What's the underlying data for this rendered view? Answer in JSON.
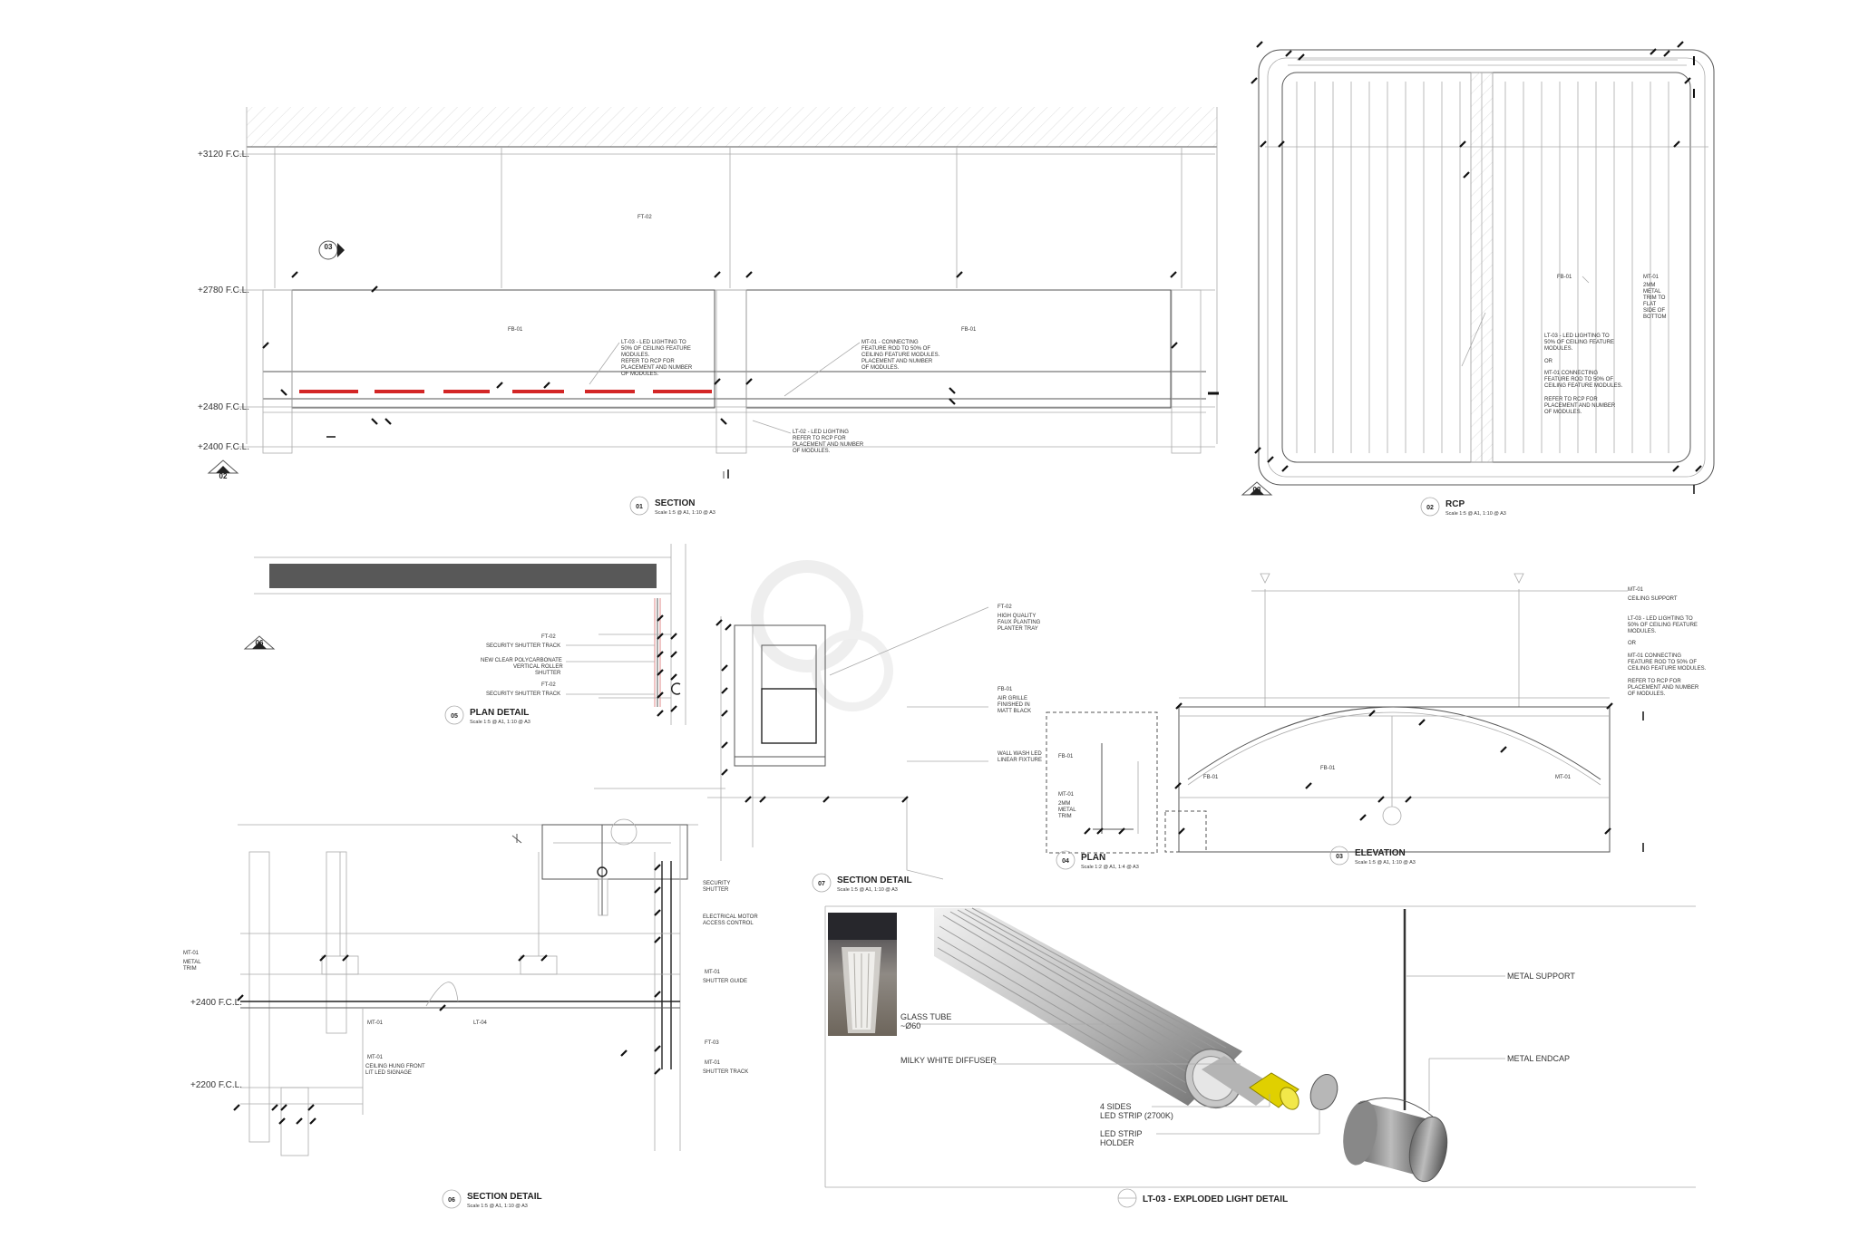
{
  "levels": {
    "l3120": "+3120 F.C.L.",
    "l2780": "+2780 F.C.L.",
    "l2480": "+2480 F.C.L.",
    "l2400": "+2400 F.C.L.",
    "l2400b": "+2400 F.C.L.",
    "l2200": "+2200 F.C.L."
  },
  "marks": {
    "m03a": "03",
    "m02": "02",
    "m03b": "03",
    "m06": "06"
  },
  "tags": {
    "ft02a": "FT-02",
    "fb01a": "FB-01",
    "fb01b": "FB-01",
    "fb01c": "FB-01",
    "ft02b": "FT-02",
    "ft02c": "FT-02",
    "ft02d": "FT-02",
    "fb01d": "FB-01",
    "mt01a": "MT-01",
    "fb01e": "FB-01",
    "fb01f": "FB-01",
    "fb01g": "FB-01",
    "mt01b": "MT-01",
    "mt01c": "MT-01",
    "mt01d": "MT-01",
    "mt01e": "MT-01",
    "mt01f": "MT-01",
    "mt01g": "MT-01",
    "lt04": "LT-04",
    "mt01h": "MT-01",
    "ft03": "FT-03",
    "mt01i": "MT-01"
  },
  "notes": {
    "s01_lt03": [
      "LT-03 - LED LIGHTING TO",
      "50% OF CEILING FEATURE",
      "MODULES.",
      "REFER TO RCP FOR",
      "PLACEMENT AND NUMBER",
      "OF MODULES."
    ],
    "s01_mt01": [
      "MT-01 - CONNECTING",
      "FEATURE ROD TO 50% OF",
      "CEILING FEATURE MODULES.",
      "PLACEMENT AND NUMBER",
      "OF MODULES."
    ],
    "s01_lt02": [
      "LT-02 - LED LIGHTING",
      "REFER TO RCP FOR",
      "PLACEMENT AND NUMBER",
      "OF MODULES."
    ],
    "rcp_mt01": [
      "2MM",
      "METAL",
      "TRIM TO",
      "FLAT",
      "SIDE OF",
      "BOTTOM"
    ],
    "rcp_lt03": [
      "LT-03 - LED LIGHTING TO",
      "50% OF CEILING FEATURE",
      "MODULES."
    ],
    "rcp_or": "OR",
    "rcp_mt01b": [
      "MT-01 CONNECTING",
      "FEATURE ROD TO 50% OF",
      "CEILING FEATURE MODULES."
    ],
    "rcp_refer": [
      "REFER TO RCP FOR",
      "PLACEMENT AND NUMBER",
      "OF MODULES."
    ],
    "pd_track1": "SECURITY SHUTTER TRACK",
    "pd_poly": [
      "NEW CLEAR POLYCARBONATE",
      "VERTICAL ROLLER",
      "SHUTTER"
    ],
    "pd_track2": "SECURITY SHUTTER TRACK",
    "sd_faux": [
      "HIGH QUALITY",
      "FAUX PLANTING",
      "PLANTER TRAY"
    ],
    "sd_grille": [
      "AIR GRILLE",
      "FINISHED IN",
      "MATT BLACK"
    ],
    "sd_wash": [
      "WALL WASH LED",
      "LINEAR FIXTURE"
    ],
    "pl_trim": [
      "2MM",
      "METAL",
      "TRIM"
    ],
    "el_ceiling": "CEILING SUPPORT",
    "el_lt03": [
      "LT-03 - LED LIGHTING TO",
      "50% OF CEILING FEATURE",
      "MODULES."
    ],
    "el_or": "OR",
    "el_mt01": [
      "MT-01 CONNECTING",
      "FEATURE ROD TO 50% OF",
      "CEILING FEATURE MODULES."
    ],
    "el_refer": [
      "REFER TO RCP FOR",
      "PLACEMENT AND NUMBER",
      "OF MODULES."
    ],
    "s06_trim": [
      "METAL",
      "TRIM"
    ],
    "s06_shutter": [
      "SECURITY",
      "SHUTTER"
    ],
    "s06_motor": [
      "ELECTRICAL MOTOR",
      "ACCESS CONTROL"
    ],
    "s06_guide": "SHUTTER GUIDE",
    "s06_sign": [
      "CEILING HUNG FRONT",
      "LIT LED SIGNAGE"
    ],
    "s06_track": "SHUTTER TRACK",
    "ex_glass": [
      "GLASS TUBE",
      "~Ø60"
    ],
    "ex_milky": "MILKY WHITE DIFFUSER",
    "ex_strip": [
      "4 SIDES",
      "LED STRIP (2700K)"
    ],
    "ex_holder": [
      "LED STRIP",
      "HOLDER"
    ],
    "ex_support": "METAL SUPPORT",
    "ex_endcap": "METAL ENDCAP"
  },
  "titles": {
    "t01": {
      "num": "01",
      "name": "SECTION",
      "scale": "Scale 1:5 @ A1, 1:10 @ A3"
    },
    "t02": {
      "num": "02",
      "name": "RCP",
      "scale": "Scale 1:5 @ A1, 1:10 @ A3"
    },
    "t05": {
      "num": "05",
      "name": "PLAN DETAIL",
      "scale": "Scale 1:5 @ A1, 1:10 @ A3"
    },
    "t07": {
      "num": "07",
      "name": "SECTION DETAIL",
      "scale": "Scale 1:5 @ A1, 1:10 @ A3"
    },
    "t04": {
      "num": "04",
      "name": "PLAN",
      "scale": "Scale 1:2 @ A1, 1:4 @ A3"
    },
    "t03": {
      "num": "03",
      "name": "ELEVATION",
      "scale": "Scale 1:5 @ A1, 1:10 @ A3"
    },
    "t06": {
      "num": "06",
      "name": "SECTION DETAIL",
      "scale": "Scale 1:5 @ A1, 1:10 @ A3"
    },
    "tlt": {
      "name": "LT-03 - EXPLODED LIGHT DETAIL"
    }
  },
  "colors": {
    "led_red": "#d32626",
    "led_yellow": "#e0d000",
    "soffit": "#585858"
  }
}
